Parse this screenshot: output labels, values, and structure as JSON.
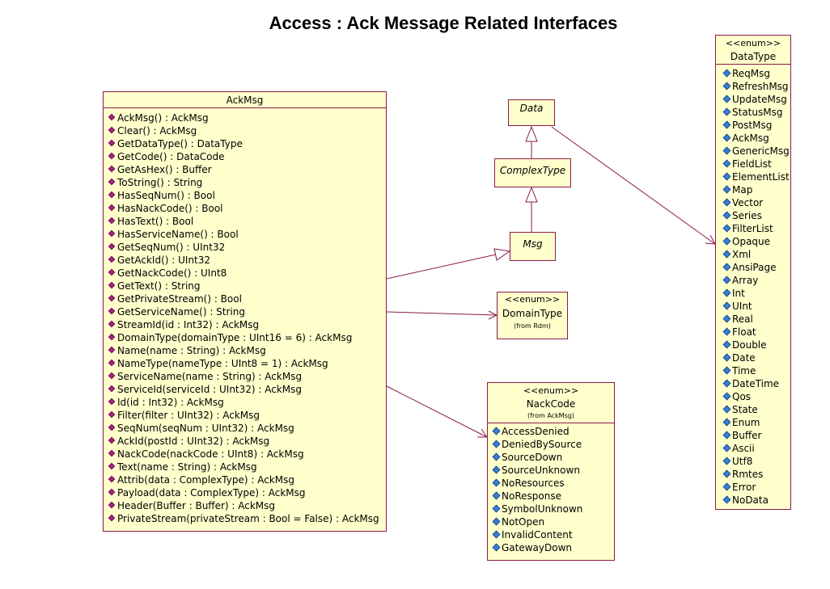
{
  "title": "Access : Ack Message Related Interfaces",
  "ackmsg": {
    "name": "AckMsg",
    "methods": [
      "AckMsg() : AckMsg",
      "Clear() : AckMsg",
      "GetDataType() : DataType",
      "GetCode() : DataCode",
      "GetAsHex() : Buffer",
      "ToString() : String",
      "HasSeqNum() : Bool",
      "HasNackCode() : Bool",
      "HasText() : Bool",
      "HasServiceName() : Bool",
      "GetSeqNum() : UInt32",
      "GetAckId() : UInt32",
      "GetNackCode() : UInt8",
      "GetText() : String",
      "GetPrivateStream() : Bool",
      "GetServiceName() : String",
      "StreamId(id : Int32) : AckMsg",
      "DomainType(domainType : UInt16 = 6) : AckMsg",
      "Name(name : String) : AckMsg",
      "NameType(nameType : UInt8 = 1) : AckMsg",
      "ServiceName(name : String) : AckMsg",
      "ServiceId(serviceId : UInt32) : AckMsg",
      "Id(id : Int32) : AckMsg",
      "Filter(filter : UInt32) : AckMsg",
      "SeqNum(seqNum : UInt32) : AckMsg",
      "AckId(postId : UInt32) : AckMsg",
      "NackCode(nackCode : UInt8) : AckMsg",
      "Text(name : String) : AckMsg",
      "Attrib(data : ComplexType) : AckMsg",
      "Payload(data : ComplexType) : AckMsg",
      "Header(Buffer : Buffer) : AckMsg",
      "PrivateStream(privateStream : Bool = False) : AckMsg"
    ]
  },
  "data_class": {
    "name": "Data"
  },
  "complextype_class": {
    "name": "ComplexType"
  },
  "msg_class": {
    "name": "Msg"
  },
  "domaintype": {
    "stereotype": "<<enum>>",
    "name": "DomainType",
    "from": "(from Rdm)"
  },
  "nackcode": {
    "stereotype": "<<enum>>",
    "name": "NackCode",
    "from": "(from AckMsg)",
    "values": [
      "AccessDenied",
      "DeniedBySource",
      "SourceDown",
      "SourceUnknown",
      "NoResources",
      "NoResponse",
      "SymbolUnknown",
      "NotOpen",
      "InvalidContent",
      "GatewayDown"
    ]
  },
  "datatype": {
    "stereotype": "<<enum>>",
    "name": "DataType",
    "values": [
      "ReqMsg",
      "RefreshMsg",
      "UpdateMsg",
      "StatusMsg",
      "PostMsg",
      "AckMsg",
      "GenericMsg",
      "FieldList",
      "ElementList",
      "Map",
      "Vector",
      "Series",
      "FilterList",
      "Opaque",
      "Xml",
      "AnsiPage",
      "Array",
      "Int",
      "UInt",
      "Real",
      "Float",
      "Double",
      "Date",
      "Time",
      "DateTime",
      "Qos",
      "State",
      "Enum",
      "Buffer",
      "Ascii",
      "Utf8",
      "Rmtes",
      "Error",
      "NoData"
    ]
  },
  "colors": {
    "line": "#8b1a4a",
    "fill": "#ffffcc",
    "method_icon": "#b0208a",
    "attr_icon": "#3a7fd8"
  }
}
